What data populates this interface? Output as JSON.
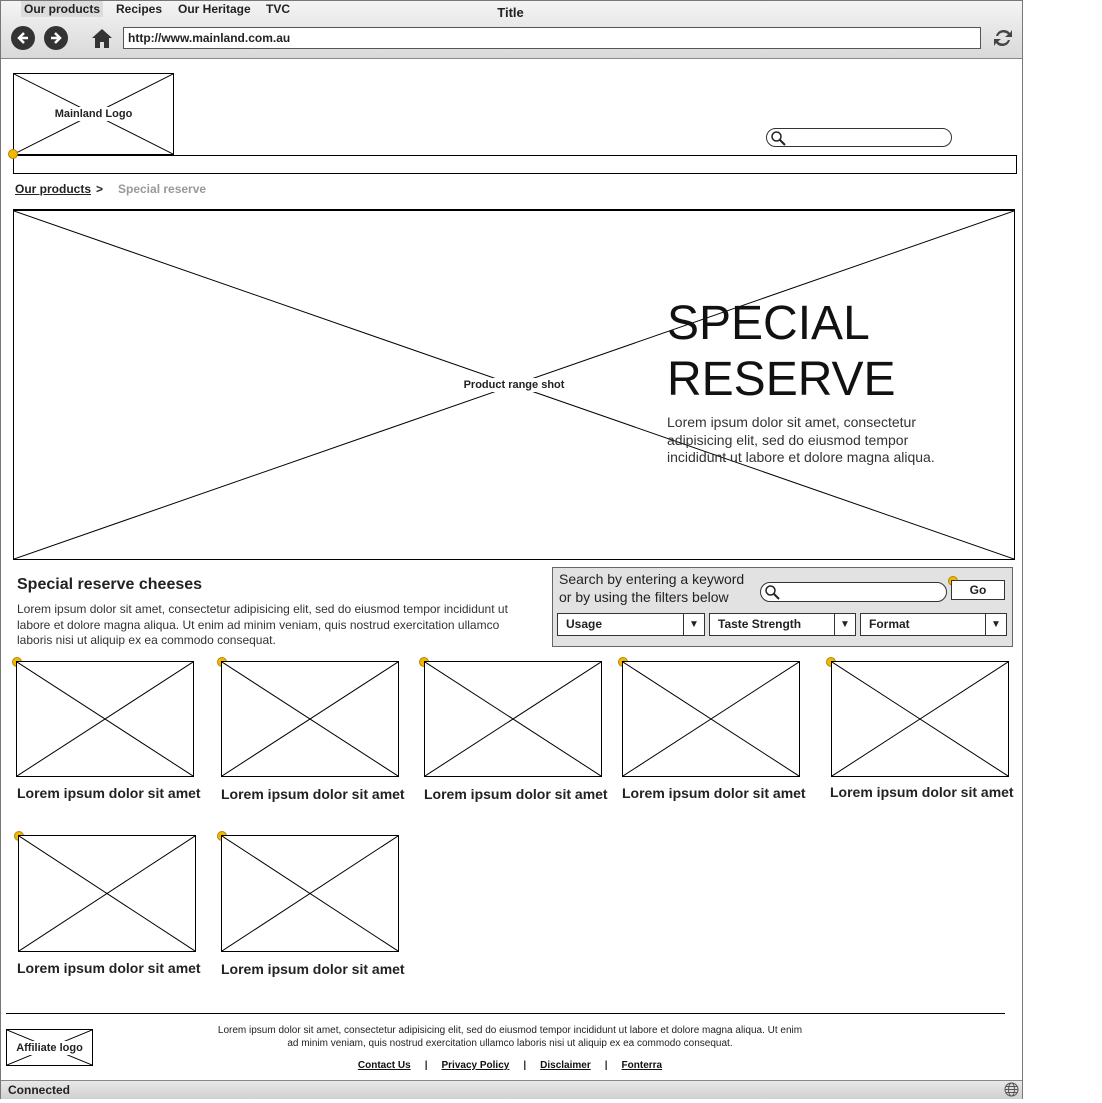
{
  "window": {
    "title": "Title",
    "url": "http://www.mainland.com.au",
    "status": "Connected"
  },
  "header": {
    "logo_label": "Mainland Logo",
    "search_value": ""
  },
  "nav": {
    "items": [
      {
        "label": "Our products",
        "active": true
      },
      {
        "label": "Recipes",
        "active": false
      },
      {
        "label": "Our Heritage",
        "active": false
      },
      {
        "label": "TVC",
        "active": false
      }
    ]
  },
  "breadcrumb": {
    "parent": "Our products",
    "separator": ">",
    "current": "Special reserve"
  },
  "hero": {
    "image_label": "Product range shot",
    "title_line1": "SPECIAL",
    "title_line2": "RESERVE",
    "text": "Lorem ipsum dolor sit amet, consectetur adipisicing elit, sed do eiusmod tempor incididunt ut labore et dolore magna aliqua."
  },
  "section": {
    "heading": "Special reserve cheeses",
    "text": "Lorem ipsum dolor sit amet, consectetur adipisicing elit, sed do eiusmod tempor incididunt ut labore et dolore magna aliqua. Ut enim ad minim veniam, quis nostrud exercitation ullamco laboris nisi ut aliquip ex ea commodo consequat."
  },
  "filters": {
    "hint": "Search by entering a keyword or by using the filters below",
    "search_value": "",
    "go_label": "Go",
    "selects": [
      {
        "label": "Usage"
      },
      {
        "label": "Taste Strength"
      },
      {
        "label": "Format"
      }
    ]
  },
  "products": [
    {
      "title": "Lorem ipsum dolor sit amet"
    },
    {
      "title": "Lorem ipsum dolor sit amet"
    },
    {
      "title": "Lorem ipsum dolor sit amet"
    },
    {
      "title": "Lorem ipsum dolor sit amet"
    },
    {
      "title": "Lorem ipsum dolor sit amet"
    },
    {
      "title": "Lorem ipsum dolor sit amet"
    },
    {
      "title": "Lorem ipsum dolor sit amet"
    }
  ],
  "footer": {
    "affiliate_label": "Affiliate logo",
    "text": "Lorem ipsum dolor sit amet, consectetur adipisicing elit, sed do eiusmod tempor incididunt ut labore et dolore magna aliqua. Ut enim ad minim veniam, quis nostrud exercitation ullamco laboris nisi ut aliquip ex ea commodo consequat.",
    "links": [
      "Contact Us",
      "Privacy Policy",
      "Disclaimer",
      "Fonterra"
    ],
    "separator": "|"
  },
  "icons": {
    "back": "arrow-left-icon",
    "forward": "arrow-right-icon",
    "home": "home-icon",
    "refresh": "refresh-icon",
    "search": "search-icon",
    "globe": "globe-icon",
    "pin": "link-pin-icon"
  }
}
